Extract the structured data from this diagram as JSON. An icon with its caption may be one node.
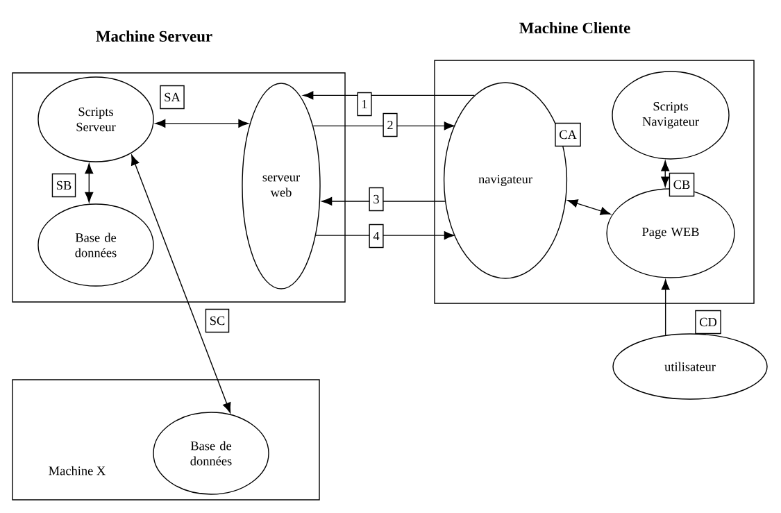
{
  "diagram": {
    "nodes": [
      {
        "text": [
          "Machine Serveur"
        ]
      },
      {
        "text": [
          "Scripts Serveur"
        ],
        "in": 0
      },
      {
        "text": [
          "serveur web"
        ],
        "in": 0
      },
      {
        "text": [
          "Base de données"
        ],
        "in": 0
      },
      {
        "text": [
          "Machine Cliente"
        ]
      },
      {
        "text": [
          "navigateur"
        ],
        "in": 4
      },
      {
        "text": [
          "Scripts Navigateur"
        ],
        "in": 4
      },
      {
        "text": [
          "Page WEB"
        ],
        "in": 4
      },
      {
        "text": [
          "utilisateur"
        ]
      },
      {
        "text": [
          "Machine X"
        ]
      },
      {
        "text": [
          "Base de données"
        ],
        "in": 9
      }
    ],
    "edges": [
      {
        "from": 5,
        "to": 2,
        "arrow": "to",
        "label": "1"
      },
      {
        "from": 2,
        "to": 5,
        "arrow": "to",
        "label": "2"
      },
      {
        "from": 5,
        "to": 2,
        "arrow": "to",
        "label": "3"
      },
      {
        "from": 2,
        "to": 5,
        "arrow": "to",
        "label": "4"
      },
      {
        "from": 1,
        "to": 2,
        "arrow": "both",
        "label": "SA"
      },
      {
        "from": 1,
        "to": 3,
        "arrow": "both",
        "label": "SB"
      },
      {
        "from": 1,
        "to": 10,
        "arrow": "both",
        "label": "SC"
      },
      {
        "from": 5,
        "to": 7,
        "arrow": "both",
        "label": "CA"
      },
      {
        "from": 6,
        "to": 7,
        "arrow": "both",
        "label": "CB"
      },
      {
        "from": 8,
        "to": 7,
        "arrow": "to",
        "label": "CD"
      }
    ]
  }
}
